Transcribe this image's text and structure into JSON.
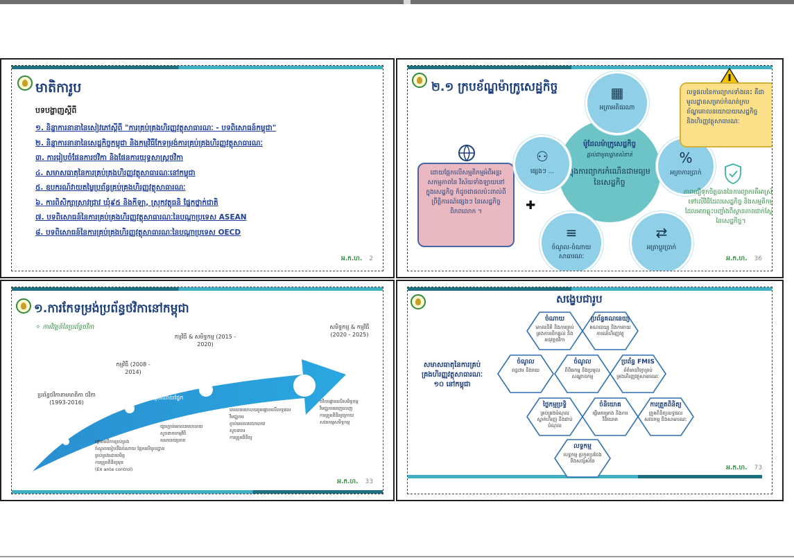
{
  "s1": {
    "title": "មាតិការូប",
    "subtitle": "បទបង្ហាញស្ដីពី",
    "items": [
      "១. និន្នាការនានានៃសៀវភៅស្ដីពី \"ការគ្រប់គ្រងហិរញ្ញវត្ថុសាធារណៈ - បទពិសោធន៍កម្ពុជា\"",
      "២. និន្នាការនានានៃសេដ្ឋកិច្ចកម្ពុជា និងកម្មវិធីកែទម្រង់ការគ្រប់គ្រងហិរញ្ញវត្ថុសាធារណៈ",
      "៣. ការរៀបចំផែនការថវិកា និងផែនការយុទ្ធសាស្ត្រថវិកា",
      "៤. សមាសធាតុនៃការគ្រប់គ្រងហិរញ្ញវត្ថុសាធារណៈនៅកម្ពុជា",
      "៥. ឧបករណ៍វាយតម្លៃប្រព័ន្ធគ្រប់គ្រងហិរញ្ញវត្ថុសាធារណៈ",
      "៦. ការពិសិក្សាស្រាវជ្រាវ ឃុំ៩៥ និងកីឡា, ស្រុកវត្ថុធនិ ផ្នែកថ្នាក់ជាតិ",
      "៧. បទពិសោធន៍នៃការគ្រប់គ្រងហិរញ្ញវត្ថុសាធារណៈនៃបណ្ដាប្រទេស ASEAN",
      "៨. បទពិសោធន៍នៃការគ្រប់គ្រងហិរញ្ញវត្ថុសាធារណៈនៃបណ្ដាប្រទេស OECD"
    ],
    "footer": "អ.ក.ហ.",
    "page": "2"
  },
  "s2": {
    "title": "២.១ ក្របខ័ណ្ឌម៉ាក្រូសេដ្ឋកិច្ច",
    "warning_icon": "warning-triangle-icon",
    "warning_text": "លទ្ធផលនៃការព្យាករទាំងនេះ គឺជាមូលដ្ឋានសម្រាប់កំណត់ក្របខ័ណ្ឌគោលនយោបាយសេដ្ឋកិច្ច និងហិរញ្ញវត្ថុសាធារណៈ",
    "left_text": "ដោយផ្អែកលើសម្មតិកម្មអំពីអន្តរសកម្មភាពនៃ វិស័យទាំងឡាយនៅក្នុងសេដ្ឋកិច្ច ក៏ដូចជាផលប៉ះពាល់ពីព្រឹត្តិការណ៍ផ្សេងៗ នៃសេដ្ឋកិច្ចពិភពលោក ។",
    "right_text": "ភាពជឿទុកចិត្តបាននៃការព្យាករគឺអាស្រ័យទៅលើវិធីដែលសេដ្ឋកិច្ច និងសម្មតិកម្ម ដែលអាចឆ្លុះបញ្ចាំងពីស្ថានភាពជាក់ស្ដែងនៃសេដ្ឋកិច្ច។",
    "center_title": "ម៉ូដែលម៉ាក្រូសេដ្ឋកិច្ច",
    "center_sub": "ផ្ដល់ជាមូលដ្ឋានសំខាន់",
    "center_body": "ក្នុងការព្យាករកំណើនជាមធ្យមនៃសេដ្ឋកិច្ច",
    "nodes": {
      "top": "អត្រាអតិផរណា",
      "right": "អត្រាការប្រាក់",
      "bottom_right": "អត្រាប្ដូរប្រាក់",
      "bottom_left": "ចំណូល-ចំណាយសាធារណៈ",
      "left": "ផ្សេងៗ ..."
    },
    "plus": "✚",
    "footer": "អ.ក.ហ.",
    "page": "36"
  },
  "s3": {
    "title": "១.ការកែទម្រង់ប្រព័ន្ធថវិកានៅកម្ពុជា",
    "subtitle": "ការវិវត្តន៍នៃប្រព័ន្ធថវិកា",
    "milestones": [
      {
        "label": "ប្រព័ន្ធថវិកាតាមមាតិកា ថវិកា (1993-2016)"
      },
      {
        "label": "កម្មវិធី (2008 - 2014)"
      },
      {
        "label": "កម្មវិធី & សមិទ្ធកម្ម (2015 - 2020)"
      },
      {
        "label": "សមិទ្ធកម្ម & កម្មវិធី (2020 - 2025)"
      }
    ],
    "arrow_labels": [
      "ថវិកាកម្មវិធីដោយផ្នែក",
      "ថវិកាកម្មវិធីពេញលេញ"
    ],
    "bullets": [
      [
        "ផ្ដោតលើការគ្រប់គ្រង",
        "ចំណូលធៀបនឹងចំណាយ ផ្អែកលើមូលដ្ឋាន",
        "គ្រប់គ្រងដោយមិត្ត",
        "ការត្រួតពិនិត្យមុន",
        "(Ex ante control)"
      ],
      [
        "ផ្សារភ្ជាប់គោលនយោបាយ",
        "សូចនាករកម្មវិធី",
        "គណនេយ្យភាព"
      ],
      [
        "គោលនយោបាយរួមផ្ដោតលើលទ្ធផល",
        "វិមជ្ឈការ",
        "ភ្ជាប់គោលនយោបាយ",
        "សូចនាករ",
        "ការត្រួតពិនិត្យ"
      ],
      [
        "ថវិកាផ្ដោតលើសមិទ្ធកម្ម",
        "វិមជ្ឈការពេញលេញ",
        "ការត្រួតពិនិត្យក្រោយ",
        "សវនកម្មសមិទ្ធកម្ម"
      ]
    ],
    "footer": "អ.ក.ហ.",
    "page": "33"
  },
  "s4": {
    "title": "សង្ខេបជារូប",
    "side_label": "សមាសធាតុនៃការគ្រប់គ្រងហិរញ្ញវត្ថុសាធារណៈ ១០ នៅកម្ពុជា",
    "hexes": [
      {
        "t": "ចំណាយ",
        "b": "គោលនីតិ និងការគ្រប់គ្រងការបើកផ្ដល់ និងអនុវត្តថវិកា"
      },
      {
        "t": "ប្រព័ន្ធគណនេយ្យ",
        "b": "គណនេយ្យ និងការរាយការណ៍ហិរញ្ញវត្ថុ"
      },
      {
        "t": "ចំណូល",
        "b": "ពន្ធដារ និងគយ"
      },
      {
        "t": "ចំណូល",
        "b": "ពិពិធកម្ម និងប្រមូលសណ្ឋានកម្ម"
      },
      {
        "t": "ប្រព័ន្ធ FMIS",
        "b": "ព័ត៌មានវិទ្យាគ្រប់គ្រងហិរញ្ញវត្ថុសាធារណៈ"
      },
      {
        "t": "ថ្លៃកម្មប្រទ្ធិ",
        "b": "គ្រប់គ្រងបំណុល ស្នាក់ហិរញ្ញ និងជាប់បំណុល"
      },
      {
        "t": "ចំនិយោគ",
        "b": "ផ្ដើមគម្រោង និងការវិនិយោគ"
      },
      {
        "t": "ការត្រួតពិនិត្យ",
        "b": "ត្រួតពិនិត្យលទ្ធផល សវនកម្ម និងសាធារណៈ"
      },
      {
        "t": "លទ្ធកម្ម",
        "b": "លទ្ធកម្ម ប្រកួតប្រជែង និងសន្សំសំចៃ"
      }
    ],
    "footer": "អ.ក.ហ.",
    "page": "73"
  },
  "colors": {
    "teal_dark": "#1b6f7e",
    "teal_light": "#3fb0c4",
    "navy": "#1d3f7a",
    "green": "#2e8b3c"
  }
}
